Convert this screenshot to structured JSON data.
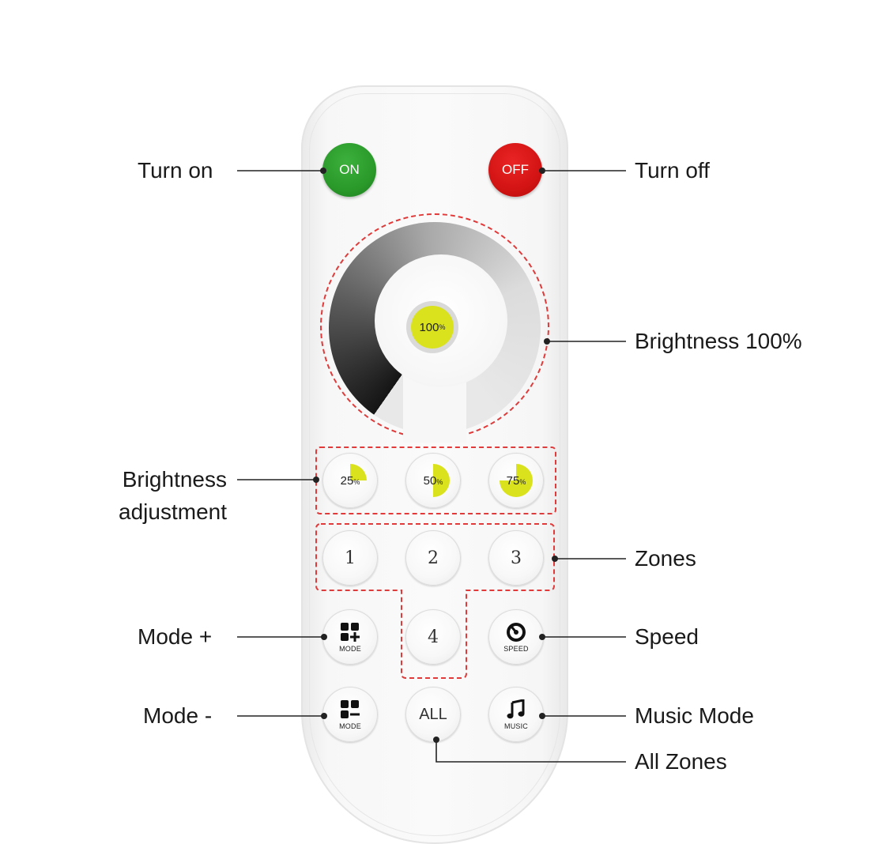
{
  "buttons": {
    "on": "ON",
    "off": "OFF",
    "center": "100",
    "center_unit": "%",
    "b25": "25",
    "b50": "50",
    "b75": "75",
    "pct_unit": "%",
    "zone1": "1",
    "zone2": "2",
    "zone3": "3",
    "zone4": "4",
    "all": "ALL",
    "mode_plus_label": "MODE",
    "mode_minus_label": "MODE",
    "speed_label": "SPEED",
    "music_label": "MUSIC"
  },
  "callouts": {
    "turn_on": "Turn on",
    "turn_off": "Turn off",
    "brightness_100": "Brightness 100%",
    "brightness_adjustment_line1": "Brightness",
    "brightness_adjustment_line2": "adjustment",
    "zones": "Zones",
    "mode_plus": "Mode +",
    "speed": "Speed",
    "mode_minus": "Mode -",
    "music_mode": "Music Mode",
    "all_zones": "All Zones"
  },
  "brightness_levels": [
    0.25,
    0.5,
    0.75
  ],
  "colors": {
    "on": "#2a9a2a",
    "off": "#d31414",
    "highlight": "#d9e21c",
    "dashed_outline": "#e03a3a"
  },
  "icons": {
    "mode_plus": "grid-plus-icon",
    "mode_minus": "grid-minus-icon",
    "speed": "speed-gauge-icon",
    "music": "music-note-icon"
  }
}
